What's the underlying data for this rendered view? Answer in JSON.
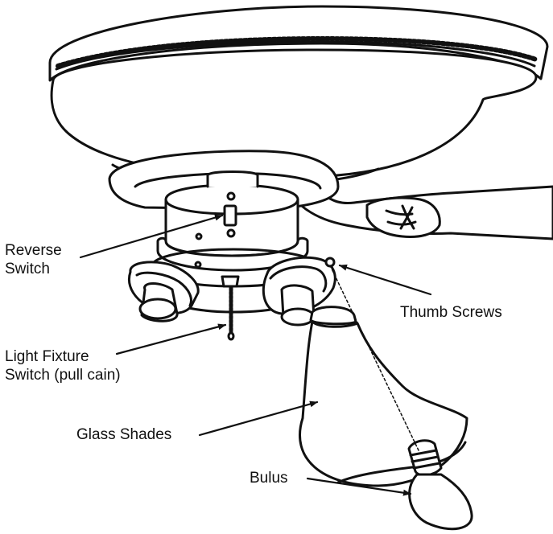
{
  "labels": {
    "reverse_switch": [
      "Reverse",
      "Switch"
    ],
    "thumb_screws": "Thumb Screws",
    "light_fixture_switch": [
      "Light Fixture",
      "Switch (pull cain)"
    ],
    "glass_shades": "Glass Shades",
    "bulbs": "Bulus"
  },
  "colors": {
    "line": "#111111",
    "fill": "#ffffff"
  }
}
